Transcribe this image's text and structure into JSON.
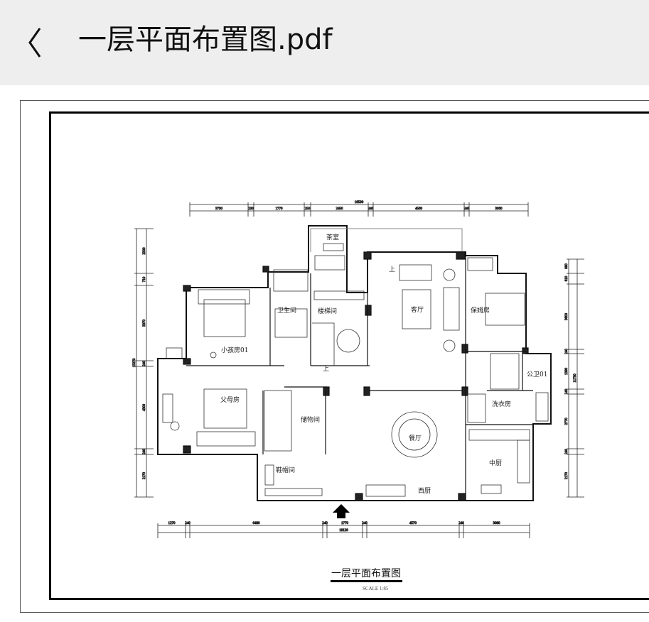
{
  "header": {
    "title": "一层平面布置图.pdf",
    "back_icon": "chevron-left-icon"
  },
  "drawing": {
    "title": "一层平面布置图",
    "scale": "SCALE  1:85",
    "rooms": [
      "茶室",
      "卫生间",
      "楼梯间",
      "客厅",
      "保姆房",
      "小孩房01",
      "公卫01",
      "父母房",
      "储物间",
      "餐厅",
      "洗衣房",
      "中厨",
      "鞋帽间",
      "西厨"
    ],
    "stair_marks": [
      "上",
      "上"
    ],
    "dimensions": {
      "top_total": "16590",
      "top": [
        "3790",
        "230",
        "1770",
        "250",
        "2450",
        "240",
        "4560",
        "240",
        "3060"
      ],
      "bottom_total": "18120",
      "bottom": [
        "1270",
        "240",
        "6480",
        "240",
        "1770",
        "240",
        "4570",
        "240",
        "3080"
      ],
      "left_total": "13270",
      "left": [
        "2300",
        "710",
        "3370",
        "240",
        "4300",
        "240",
        "2170"
      ],
      "right_total": "11730",
      "right": [
        "880",
        "610",
        "3600",
        "240",
        "1380",
        "240",
        "2770",
        "240",
        "2170"
      ]
    }
  }
}
